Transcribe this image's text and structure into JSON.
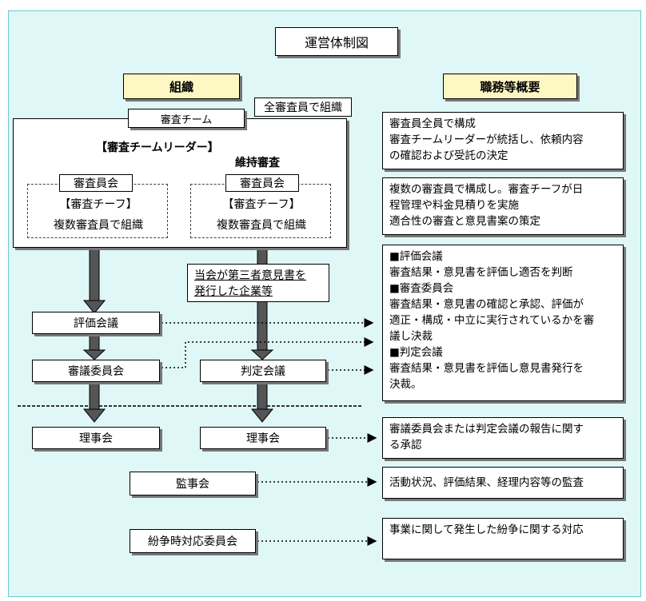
{
  "title": "運営体制図",
  "headers": {
    "org": "組織",
    "duties": "職務等概要"
  },
  "team": {
    "label": "審査チーム",
    "all_members": "全審査員で組織",
    "leader": "【審査チームリーダー】",
    "maintenance": "維持審査",
    "panel_left": {
      "label": "審査員会",
      "chief": "【審査チーフ】",
      "desc": "複数審査員で組織"
    },
    "panel_right": {
      "label": "審査員会",
      "chief": "【審査チーフ】",
      "desc": "複数審査員で組織"
    }
  },
  "note": {
    "line1": "当会が第三者意見書を",
    "line2": "発行した企業等"
  },
  "nodes": {
    "hyoka": "評価会議",
    "shingi": "審議委員会",
    "hantei": "判定会議",
    "rijikai_left": "理事会",
    "rijikai_right": "理事会",
    "kansa": "監事会",
    "funso": "紛争時対応委員会"
  },
  "descriptions": {
    "d1": [
      "審査員全員で構成",
      "審査チームリーダーが統括し、依頼内容",
      "の確認および受託の決定"
    ],
    "d2": [
      "複数の審査員で構成し。審査チーフが日",
      "程管理や料金見積りを実施",
      "適合性の審査と意見書案の策定"
    ],
    "d3": [
      "■評価会議",
      "審査結果・意見書を評価し適否を判断",
      "■審査委員会",
      "審査結果・意見書の確認と承認、評価が",
      "適正・構成・中立に実行されているかを審",
      "議し決裁",
      "■判定会議",
      "審査結果・意見書を評価し意見書発行を",
      "決裁。"
    ],
    "d4": [
      "審議委員会または判定会議の報告に関す",
      "る承認"
    ],
    "d5": [
      "活動状況、評価結果、経理内容等の監査"
    ],
    "d6": [
      "事業に関して発生した紛争に関する対応"
    ]
  }
}
